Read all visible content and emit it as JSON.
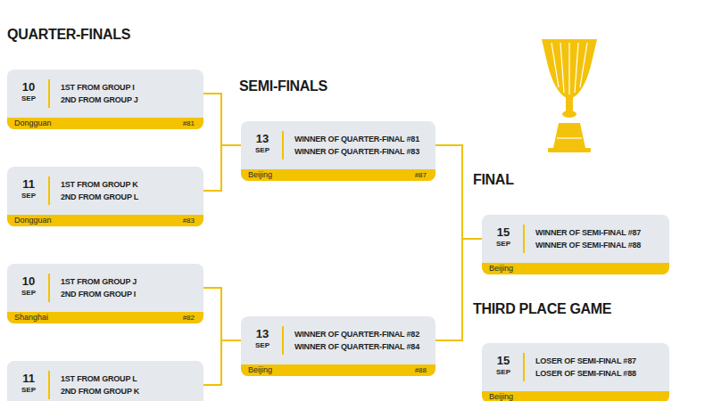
{
  "diagram": {
    "nodes": [
      {
        "text": [
          "10",
          "SEP",
          "1ST FROM GROUP I",
          "2ND FROM GROUP J",
          "Dongguan",
          "#81"
        ]
      },
      {
        "text": [
          "11",
          "SEP",
          "1ST FROM GROUP K",
          "2ND FROM GROUP L",
          "Dongguan",
          "#83"
        ]
      },
      {
        "text": [
          "10",
          "SEP",
          "1ST FROM GROUP J",
          "2ND FROM GROUP I",
          "Shanghai",
          "#82"
        ]
      },
      {
        "text": [
          "11",
          "SEP",
          "1ST FROM GROUP L",
          "2ND FROM GROUP K"
        ]
      },
      {
        "text": [
          "13",
          "SEP",
          "WINNER OF QUARTER-FINAL #81",
          "WINNER OF QUARTER-FINAL #83",
          "Beijing",
          "#87"
        ]
      },
      {
        "text": [
          "13",
          "SEP",
          "WINNER OF QUARTER-FINAL #82",
          "WINNER OF QUARTER-FINAL #84",
          "Beijing",
          "#88"
        ]
      },
      {
        "text": [
          "15",
          "SEP",
          "WINNER OF SEMI-FINAL #87",
          "WINNER OF SEMI-FINAL #88",
          "Beijing"
        ]
      },
      {
        "text": [
          "15",
          "SEP",
          "LOSER OF SEMI-FINAL #87",
          "LOSER OF SEMI-FINAL #88",
          "Beijing"
        ]
      }
    ],
    "edges": [
      {
        "from": 0,
        "to": 4,
        "arrow": "none"
      },
      {
        "from": 1,
        "to": 4,
        "arrow": "none"
      },
      {
        "from": 2,
        "to": 5,
        "arrow": "none"
      },
      {
        "from": 3,
        "to": 5,
        "arrow": "none"
      },
      {
        "from": 4,
        "to": 6,
        "arrow": "none"
      },
      {
        "from": 5,
        "to": 6,
        "arrow": "none"
      }
    ],
    "labels": [
      "QUARTER-FINALS",
      "SEMI-FINALS",
      "FINAL",
      "THIRD PLACE GAME"
    ]
  }
}
